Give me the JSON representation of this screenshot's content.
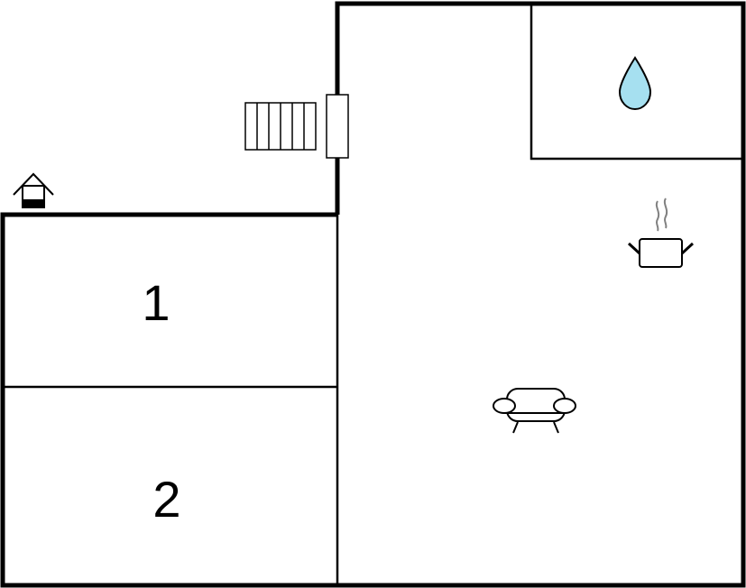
{
  "floorplan": {
    "rooms": [
      {
        "label": "1"
      },
      {
        "label": "2"
      }
    ],
    "icons": [
      {
        "name": "water-drop-icon",
        "meaning": "bathroom"
      },
      {
        "name": "cooking-pot-icon",
        "meaning": "kitchen"
      },
      {
        "name": "sofa-icon",
        "meaning": "living room"
      },
      {
        "name": "stairs-icon",
        "meaning": "stairs"
      },
      {
        "name": "entrance-house-icon",
        "meaning": "entrance"
      }
    ],
    "colors": {
      "wall": "#000000",
      "background": "#ffffff",
      "water": "#a6e0f0",
      "steam": "#808080",
      "entrance_fill": "#000000"
    }
  }
}
